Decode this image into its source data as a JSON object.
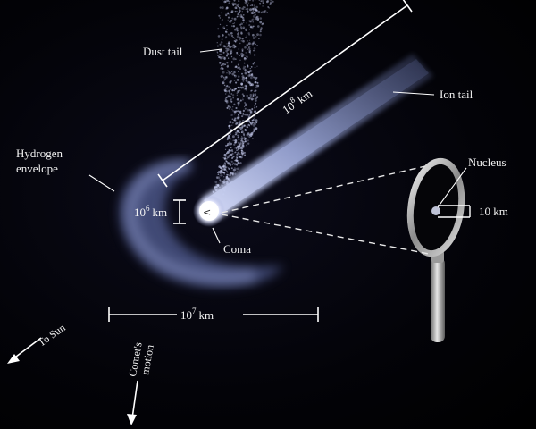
{
  "labels": {
    "dust_tail": "Dust tail",
    "ion_tail": "Ion tail",
    "hydrogen_envelope_1": "Hydrogen",
    "hydrogen_envelope_2": "envelope",
    "nucleus": "Nucleus",
    "coma": "Coma",
    "to_sun": "To Sun",
    "comets_motion_1": "Comet's",
    "comets_motion_2": "motion"
  },
  "scales": {
    "ion_tail_length": {
      "base": "10",
      "exp": "8",
      "unit": "km"
    },
    "coma_size": {
      "base": "10",
      "exp": "6",
      "unit": "km"
    },
    "envelope_size": {
      "base": "10",
      "exp": "7",
      "unit": "km"
    },
    "nucleus_size": {
      "text": "10 km"
    }
  }
}
